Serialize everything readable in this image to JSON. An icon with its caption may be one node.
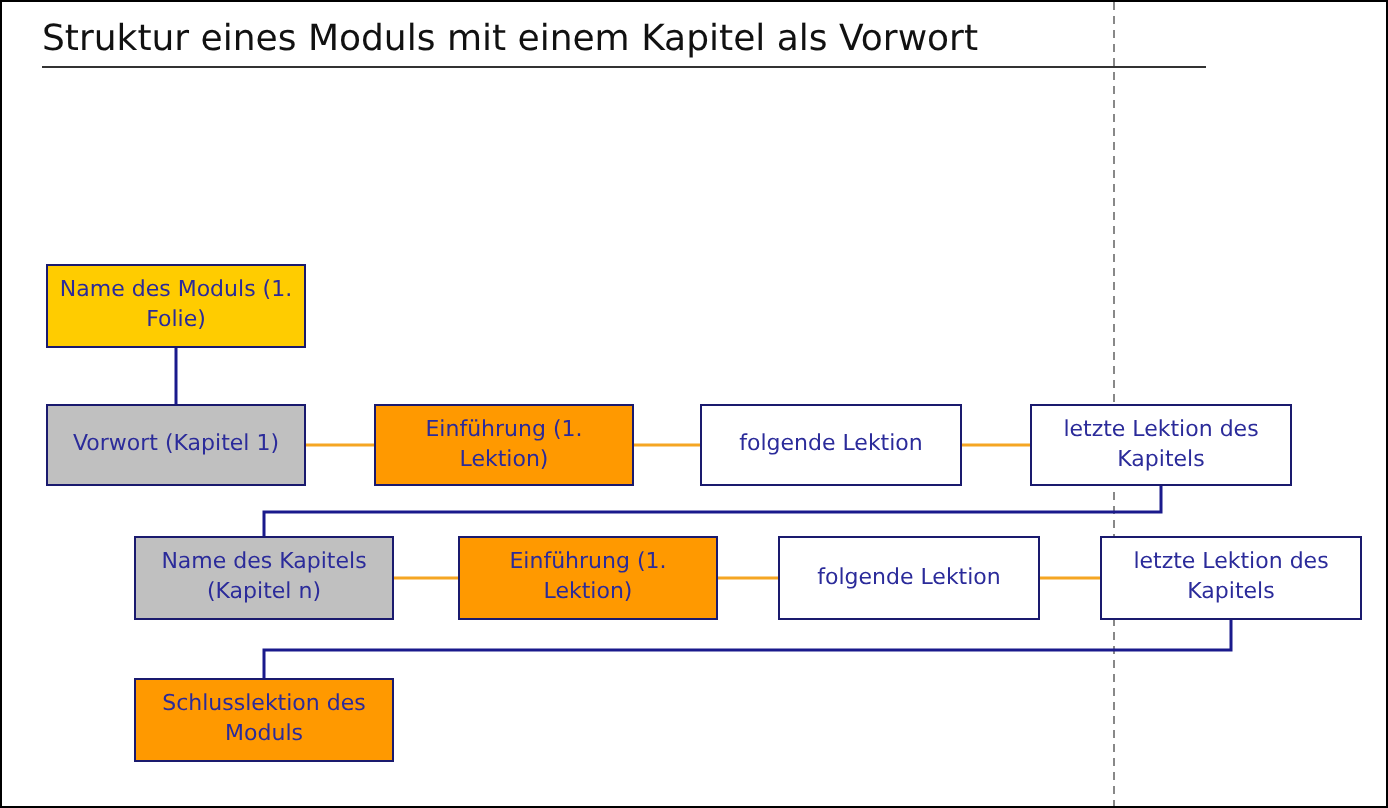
{
  "diagram": {
    "title": "Struktur eines Moduls mit einem Kapitel als Vorwort",
    "nodes": [
      {
        "text": [
          "Name des Moduls (1. Folie)"
        ]
      },
      {
        "text": [
          "Vorwort (Kapitel 1)"
        ]
      },
      {
        "text": [
          "Einführung (1. Lektion)"
        ]
      },
      {
        "text": [
          "folgende Lektion"
        ]
      },
      {
        "text": [
          "letzte Lektion des Kapitels"
        ]
      },
      {
        "text": [
          "Name des Kapitels (Kapitel n)"
        ]
      },
      {
        "text": [
          "Einführung (1. Lektion)"
        ]
      },
      {
        "text": [
          "folgende Lektion"
        ]
      },
      {
        "text": [
          "letzte Lektion des Kapitels"
        ]
      },
      {
        "text": [
          "Schlusslektion des Moduls"
        ]
      }
    ],
    "edges": [
      {
        "from": 0,
        "to": 1,
        "arrow": "none",
        "color": "#1a1a8c"
      },
      {
        "from": 1,
        "to": 2,
        "arrow": "none"
      },
      {
        "from": 2,
        "to": 3,
        "arrow": "none"
      },
      {
        "from": 3,
        "to": 4,
        "arrow": "none"
      },
      {
        "from": 4,
        "to": 5,
        "arrow": "none",
        "color": "#1a1a8c"
      },
      {
        "from": 5,
        "to": 6,
        "arrow": "none"
      },
      {
        "from": 6,
        "to": 7,
        "arrow": "none"
      },
      {
        "from": 7,
        "to": 8,
        "arrow": "none"
      },
      {
        "from": 8,
        "to": 9,
        "arrow": "none",
        "color": "#1a1a8c"
      }
    ]
  }
}
